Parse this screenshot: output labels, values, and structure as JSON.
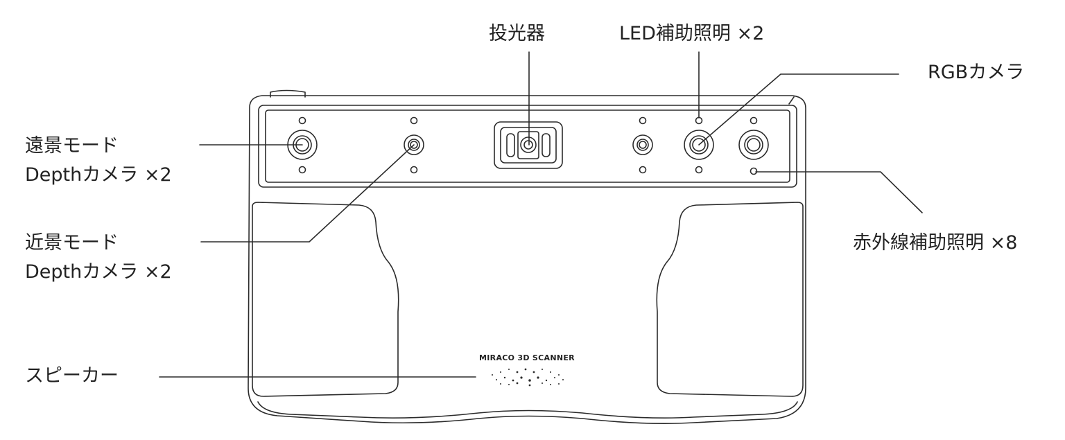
{
  "title": "",
  "device": {
    "brand_text": "MIRACO 3D SCANNER"
  },
  "labels": {
    "projector": "投光器",
    "led": "LED補助照明 ×2",
    "rgb_camera": "RGBカメラ",
    "far_mode_line1": "遠景モード",
    "far_mode_line2": "Depthカメラ ×2",
    "near_mode_line1": "近景モード",
    "near_mode_line2": "Depthカメラ ×2",
    "infrared": "赤外線補助照明 ×8",
    "speaker": "スピーカー"
  },
  "colors": {
    "line": "#2b2b2b",
    "text": "#222222",
    "background": "#ffffff"
  }
}
